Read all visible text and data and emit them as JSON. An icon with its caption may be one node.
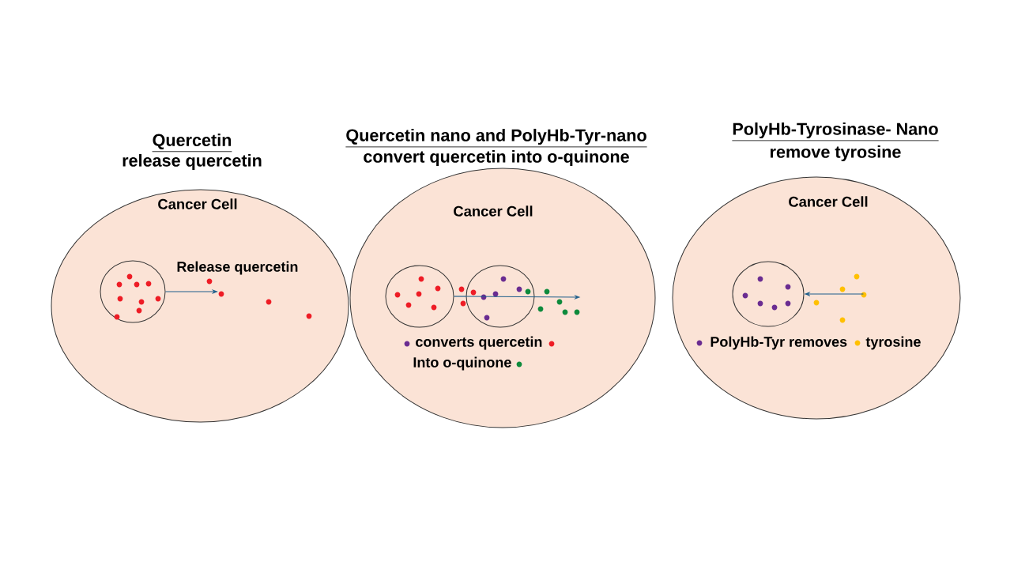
{
  "diagram": {
    "nodes": [
      {
        "text": [
          "Quercetin",
          "release quercetin",
          "Cancer Cell"
        ]
      },
      {
        "text": [],
        "shape": "circle",
        "in": 0
      },
      {
        "text": [
          "Quercetin nano and PolyHb-Tyr-nano",
          "convert quercetin into o-quinone",
          "Cancer Cell"
        ]
      },
      {
        "text": [],
        "shape": "circle",
        "in": 2
      },
      {
        "text": [],
        "shape": "circle",
        "in": 2
      },
      {
        "text": [],
        "shape": "dots",
        "in": 2
      },
      {
        "text": [
          "PolyHb-Tyrosinase- Nano",
          "remove tyrosine",
          "Cancer Cell"
        ]
      },
      {
        "text": [],
        "shape": "circle",
        "in": 6
      },
      {
        "text": [],
        "shape": "dots",
        "in": 6
      }
    ],
    "edges": [
      {
        "from": 1,
        "to": null,
        "arrow": "to",
        "label": "Release quercetin"
      },
      {
        "from": 3,
        "to": 4,
        "arrow": "none"
      },
      {
        "from": 4,
        "to": 5,
        "arrow": "to"
      },
      {
        "from": 8,
        "to": 7,
        "arrow": "to"
      }
    ],
    "labels": [
      "converts quercetin",
      "Into o-quinone",
      "PolyHb-Tyr removes",
      "tyrosine"
    ]
  }
}
